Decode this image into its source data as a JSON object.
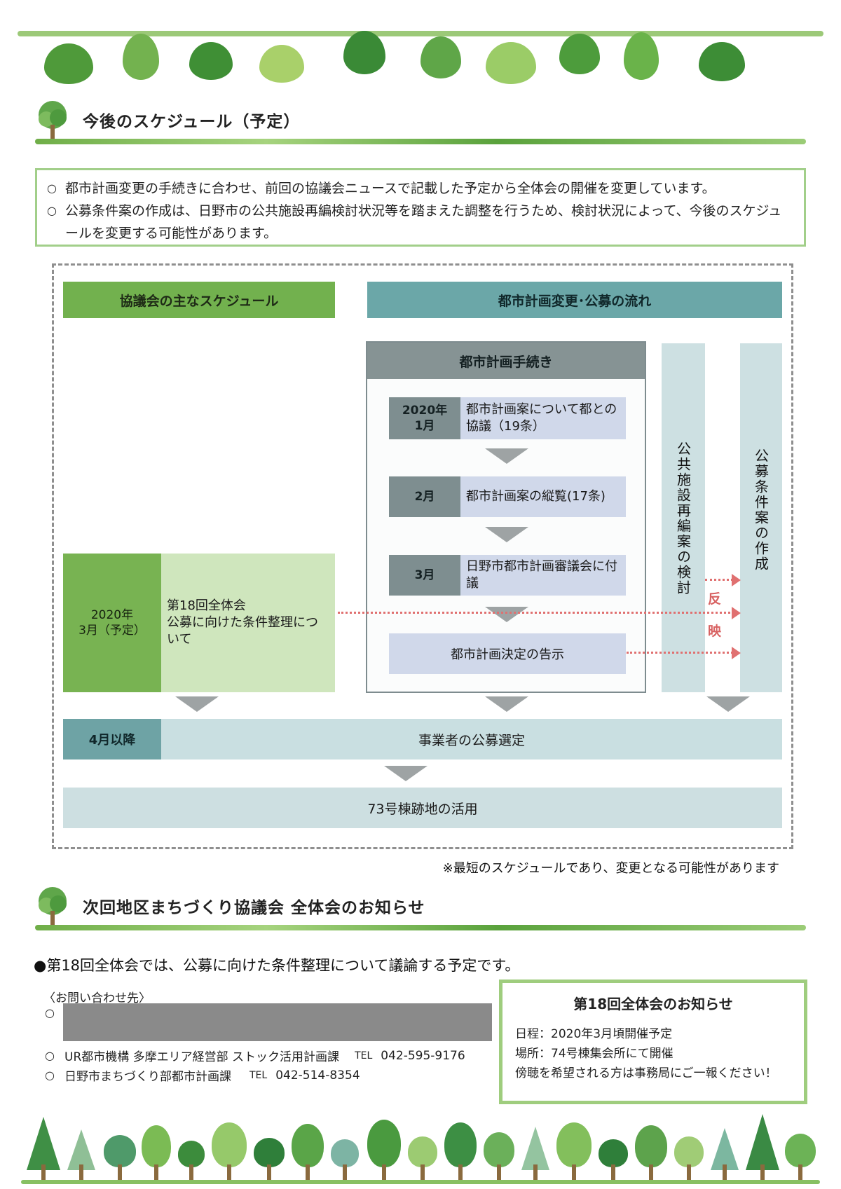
{
  "section1": {
    "title": "今後のスケジュール（予定）",
    "notices": [
      "都市計画変更の手続きに合わせ、前回の協議会ニュースで記載した予定から全体会の開催を変更しています。",
      "公募条件案の作成は、日野市の公共施設再編検討状況等を踏まえた調整を行うため、検討状況によって、今後のスケジュールを変更する可能性があります。"
    ],
    "bullet": "○"
  },
  "schedule": {
    "left_header": "協議会の主なスケジュール",
    "right_header": "都市計画変更･公募の流れ",
    "process_title": "都市計画手続き",
    "steps": [
      {
        "date": "2020年\n1月",
        "text": "都市計画案について都との協議（19条）"
      },
      {
        "date": "2月",
        "text": "都市計画案の縦覧(17条)"
      },
      {
        "date": "3月",
        "text": "日野市都市計画審議会に付議"
      },
      {
        "date": "",
        "text": "都市計画決定の告示"
      }
    ],
    "vertical_1": "公共施設再編案の検討",
    "vertical_2": "公募条件案の作成",
    "reflect_1": "反",
    "reflect_2": "映",
    "council_date": "2020年\n3月（予定）",
    "council_text": "第18回全体会\n公募に向けた条件整理について",
    "band_date": "4月以降",
    "band_text": "事業者の公募選定",
    "final_text": "73号棟跡地の活用",
    "footnote": "※最短のスケジュールであり、変更となる可能性があります"
  },
  "section2": {
    "title": "次回地区まちづくり協議会 全体会のお知らせ",
    "agenda": "●第18回全体会では、公募に向けた条件整理について議論する予定です。",
    "contact_label": "〈お問い合わせ先〉",
    "contact_bullet": "○",
    "contacts": [
      {
        "org": "UR都市機構 多摩エリア経営部 ストック活用計画課",
        "tel_label": "TEL",
        "tel": "042-595-9176"
      },
      {
        "org": "日野市まちづくり部都市計画課",
        "tel_label": "TEL",
        "tel": "042-514-8354"
      }
    ],
    "meeting": {
      "title": "第18回全体会のお知らせ",
      "schedule": "日程：2020年3月頃開催予定",
      "place": "場所：74号棟集会所にて開催",
      "note": "傍聴を希望される方は事務局にご一報ください！"
    }
  },
  "colors": {
    "leaf_green": "#72b14e",
    "teal": "#6ba7a8",
    "slate": "#869394",
    "step_blue": "#d0d8ea",
    "reflect_red": "#e07070"
  }
}
